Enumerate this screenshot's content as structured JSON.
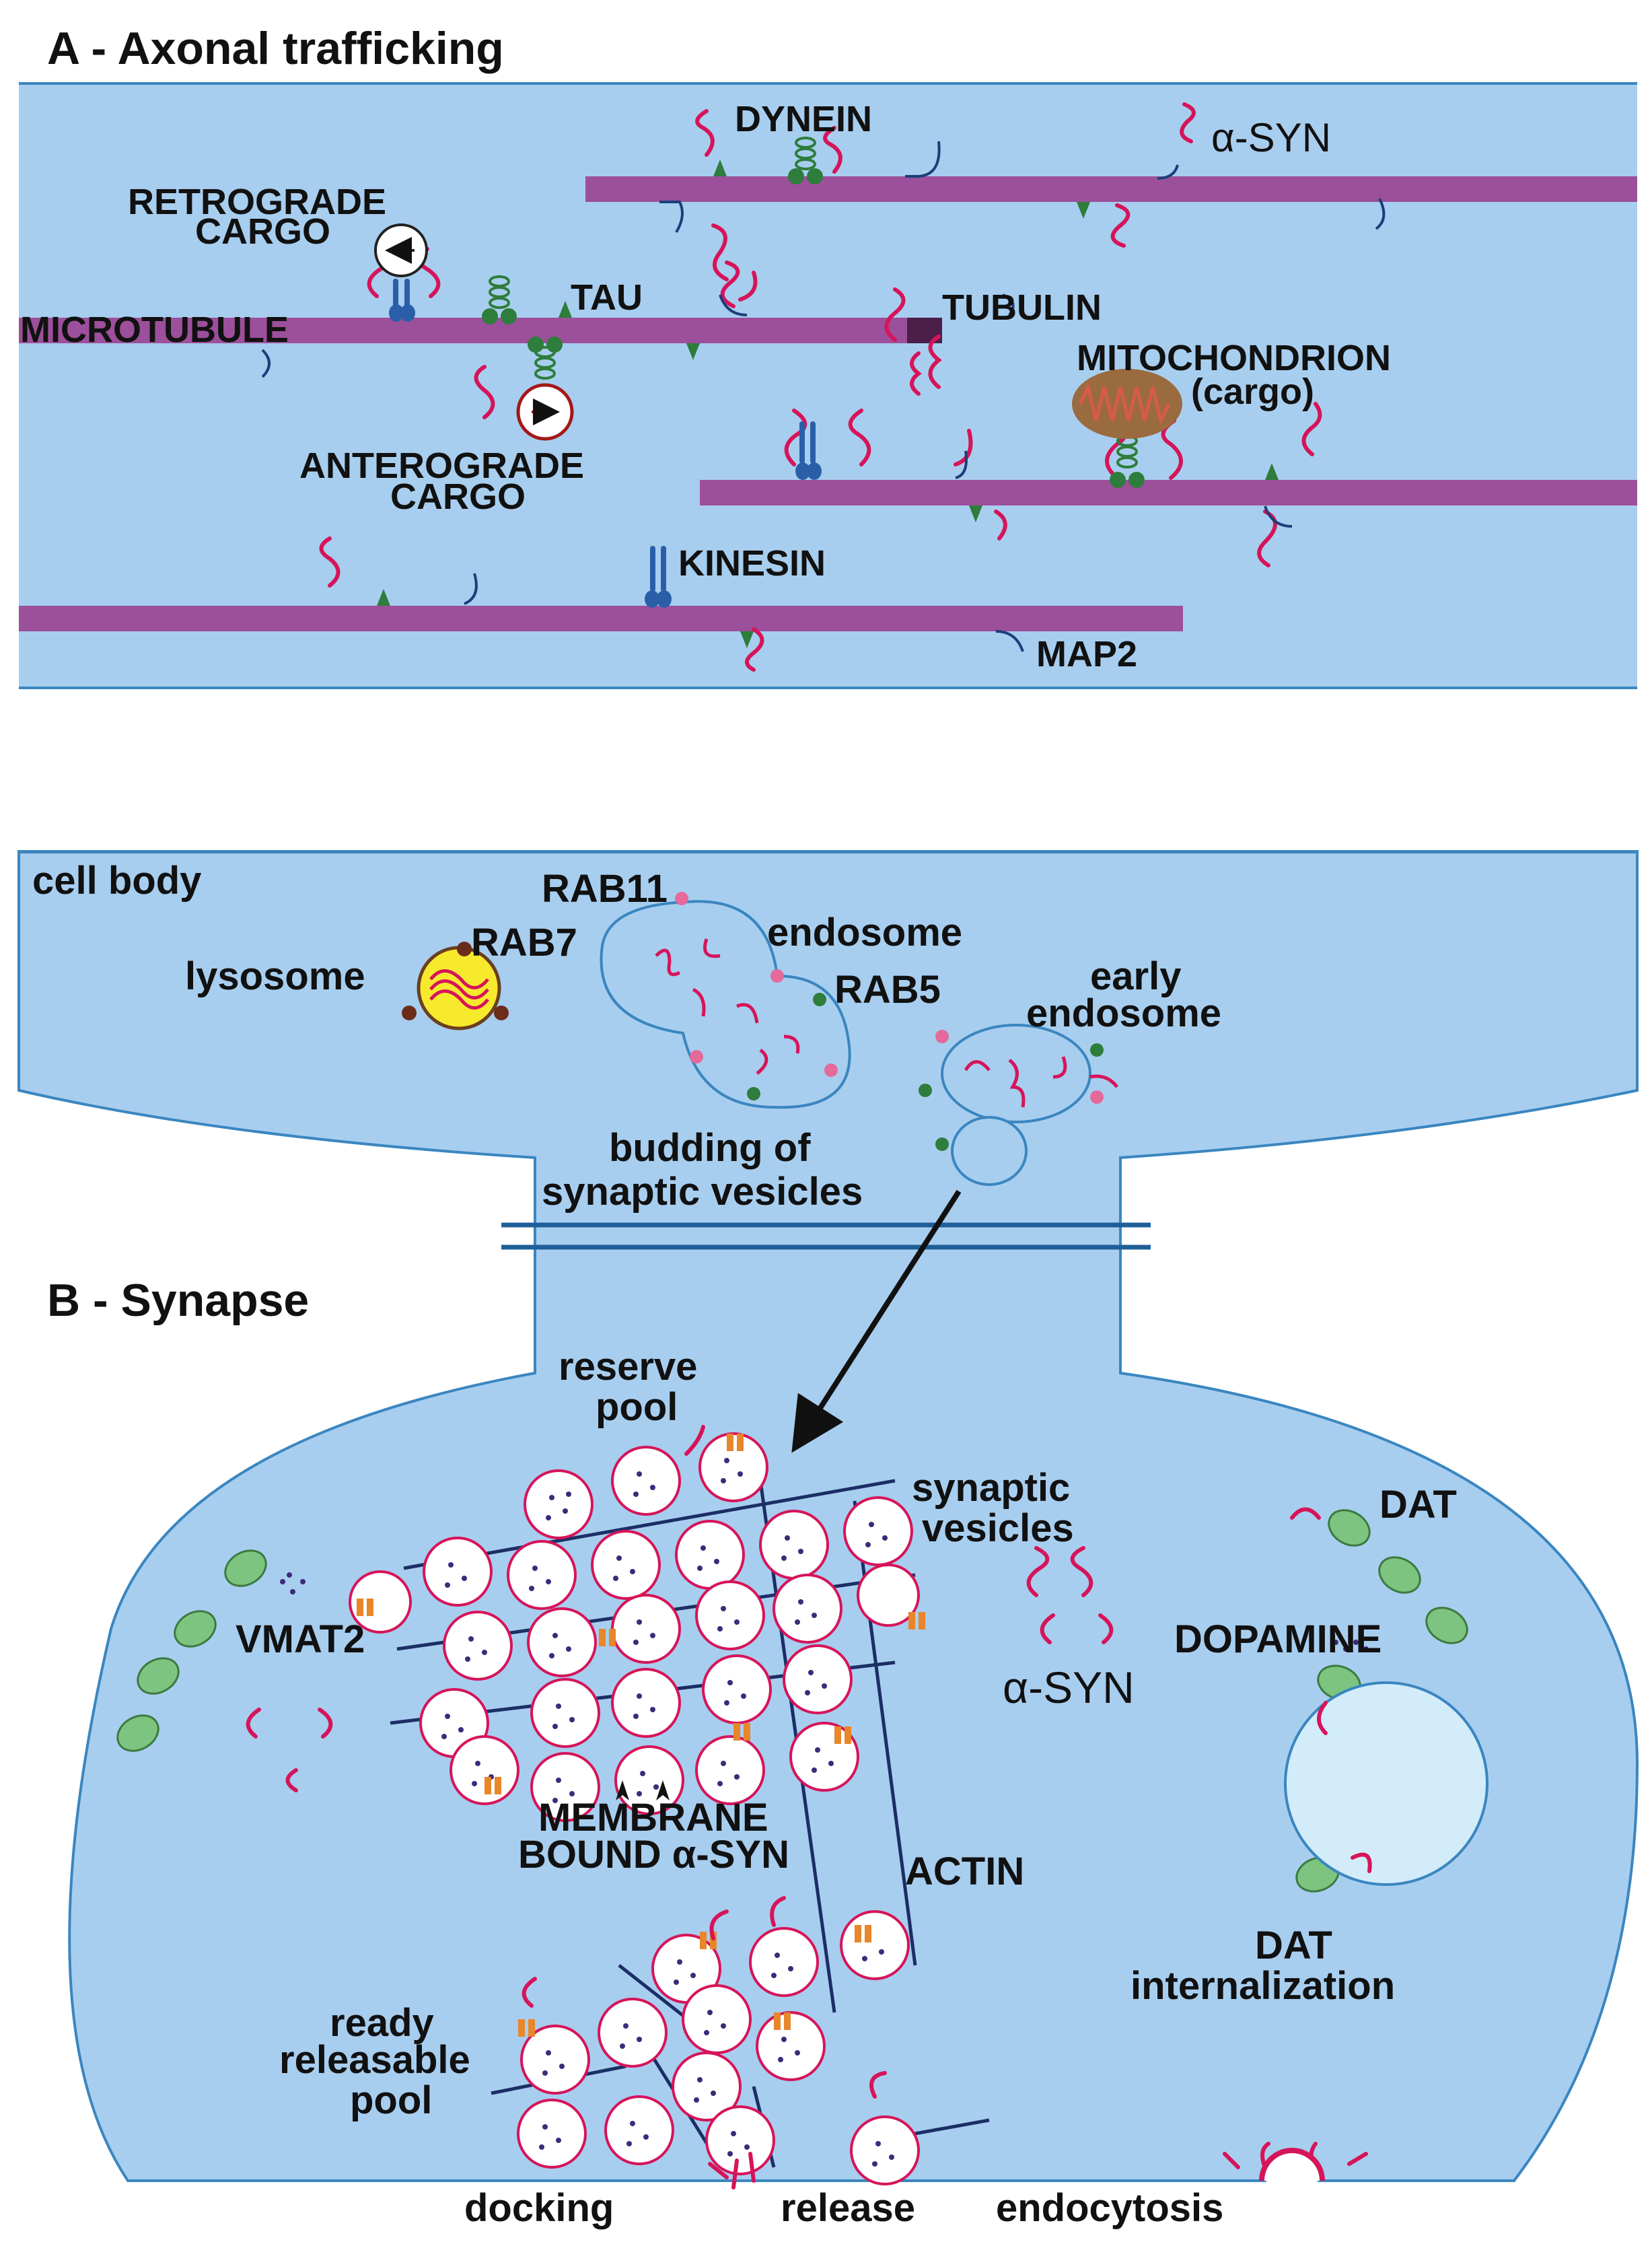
{
  "panel_a": {
    "title": "A - Axonal trafficking",
    "labels": {
      "dynein": "DYNEIN",
      "alpha_syn": "α-SYN",
      "retrograde_1": "RETROGRADE",
      "retrograde_2": "CARGO",
      "tau": "TAU",
      "microtubule": "MICROTUBULE",
      "tubulin": "TUBULIN",
      "mitochondrion_1": "MITOCHONDRION",
      "mitochondrion_2": "(cargo)",
      "anterograde_1": "ANTEROGRADE",
      "anterograde_2": "CARGO",
      "kinesin": "KINESIN",
      "map2": "MAP2"
    }
  },
  "panel_b": {
    "title": "B - Synapse",
    "labels": {
      "cell_body": "cell body",
      "rab11": "RAB11",
      "endosome": "endosome",
      "rab7": "RAB7",
      "lysosome": "lysosome",
      "rab5": "RAB5",
      "early_1": "early",
      "early_2": "endosome",
      "budding_1": "budding of",
      "budding_2": "synaptic vesicles",
      "reserve_1": "reserve",
      "reserve_2": "pool",
      "synaptic_1": "synaptic",
      "synaptic_2": "vesicles",
      "dat": "DAT",
      "vmat2": "VMAT2",
      "dopamine": "DOPAMINE",
      "alpha_syn": "α-SYN",
      "membrane_1": "MEMBRANE",
      "membrane_2": "BOUND α-SYN",
      "actin": "ACTIN",
      "dat_intern_1": "DAT",
      "dat_intern_2": "internalization",
      "ready_1": "ready",
      "ready_2": "releasable",
      "ready_3": "pool",
      "docking": "docking",
      "release": "release",
      "endocytosis": "endocytosis"
    }
  },
  "colors": {
    "cytoplasm": "#a8ceef",
    "membrane": "#3a86c0",
    "microtubule": "#9c4f9a",
    "alpha_syn": "#d6145a",
    "kinesin": "#2a5fa8",
    "dynein": "#2e7d3c",
    "mitochondrion": "#9a6b3f",
    "vmat2": "#e8862a",
    "dat": "#7cc47f",
    "vesicle_dots": "#3c2a7a"
  },
  "icons": [
    "alpha-syn-squiggle",
    "kinesin-motor",
    "dynein-motor",
    "tau-marker",
    "map2-hook",
    "mitochondrion",
    "vesicle",
    "vmat2-transporter",
    "dat-transporter",
    "lysosome",
    "endosome"
  ]
}
